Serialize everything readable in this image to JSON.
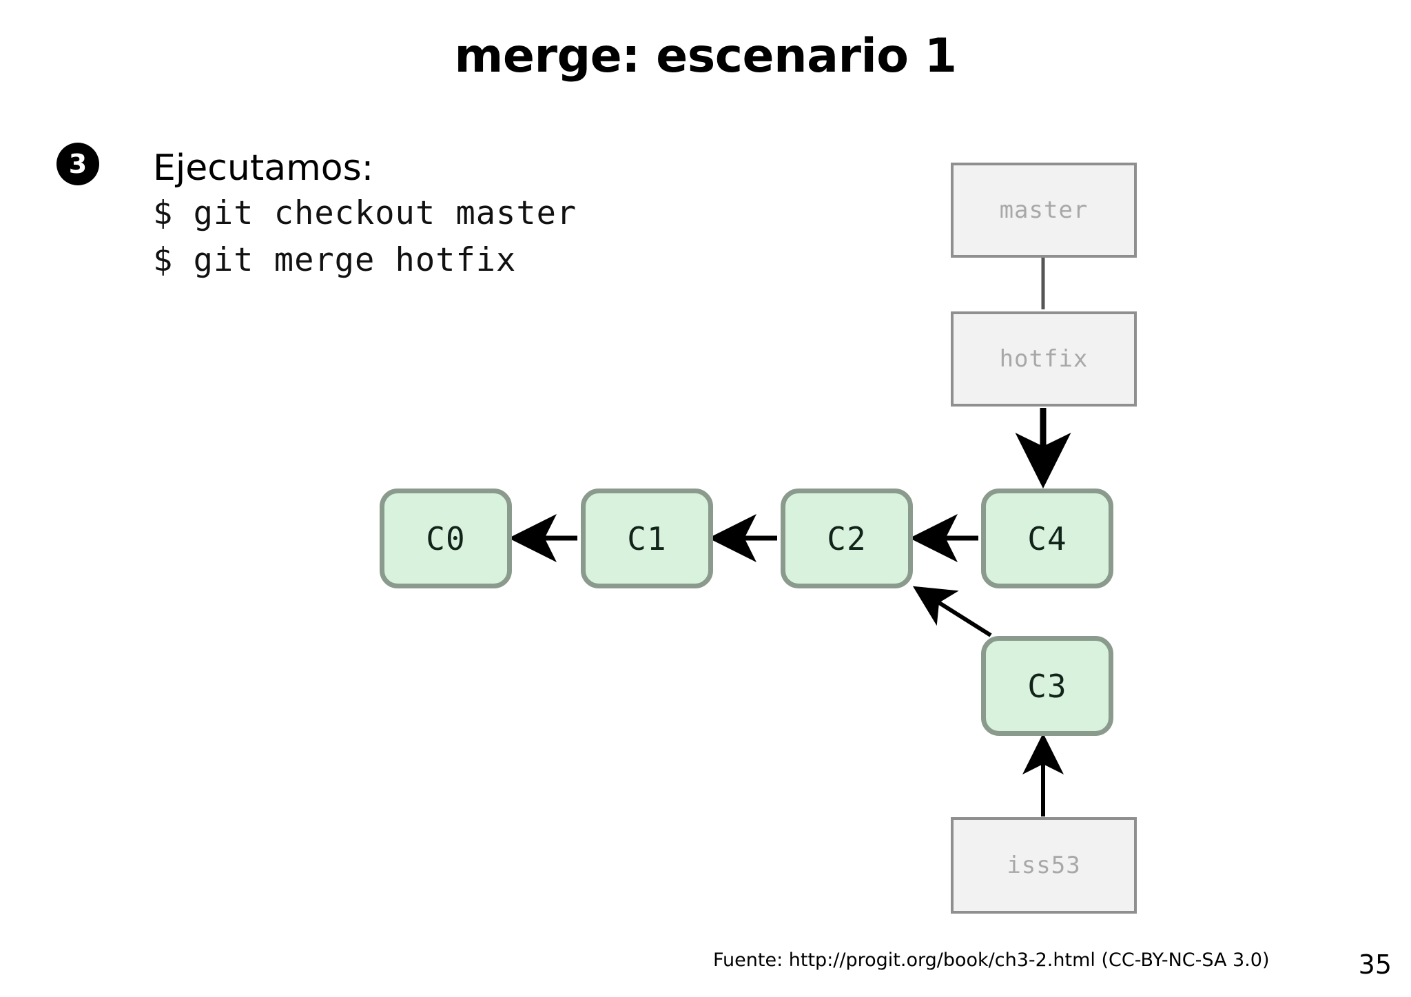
{
  "slide": {
    "title": "merge: escenario 1",
    "step_number": "3",
    "heading": "Ejecutamos:",
    "commands": [
      "$ git checkout master",
      "$ git merge hotfix"
    ],
    "page_number": "35"
  },
  "footer": {
    "source": "Fuente: http://progit.org/book/ch3-2.html  (CC-BY-NC-SA 3.0)"
  },
  "diagram": {
    "type": "git-commit-graph",
    "branch_labels": [
      {
        "name": "master",
        "label": "master"
      },
      {
        "name": "hotfix",
        "label": "hotfix"
      },
      {
        "name": "iss53",
        "label": "iss53"
      }
    ],
    "commits": [
      {
        "id": "C0",
        "label": "C0"
      },
      {
        "id": "C1",
        "label": "C1"
      },
      {
        "id": "C2",
        "label": "C2"
      },
      {
        "id": "C3",
        "label": "C3"
      },
      {
        "id": "C4",
        "label": "C4"
      }
    ],
    "edges": [
      {
        "from": "C1",
        "to": "C0",
        "kind": "parent"
      },
      {
        "from": "C2",
        "to": "C1",
        "kind": "parent"
      },
      {
        "from": "C4",
        "to": "C2",
        "kind": "parent"
      },
      {
        "from": "C3",
        "to": "C2",
        "kind": "parent"
      },
      {
        "from": "hotfix",
        "to": "C4",
        "kind": "branch-pointer"
      },
      {
        "from": "iss53",
        "to": "C3",
        "kind": "branch-pointer"
      },
      {
        "from": "master",
        "to": "hotfix",
        "kind": "label-stack"
      }
    ],
    "colors": {
      "commit_fill": "#d9f2de",
      "commit_border": "#8a9a8c",
      "branch_fill": "#f2f2f2",
      "branch_border": "#8f8f8f",
      "branch_text": "#a8a8a8",
      "arrow": "#000000",
      "background": "#ffffff"
    }
  }
}
